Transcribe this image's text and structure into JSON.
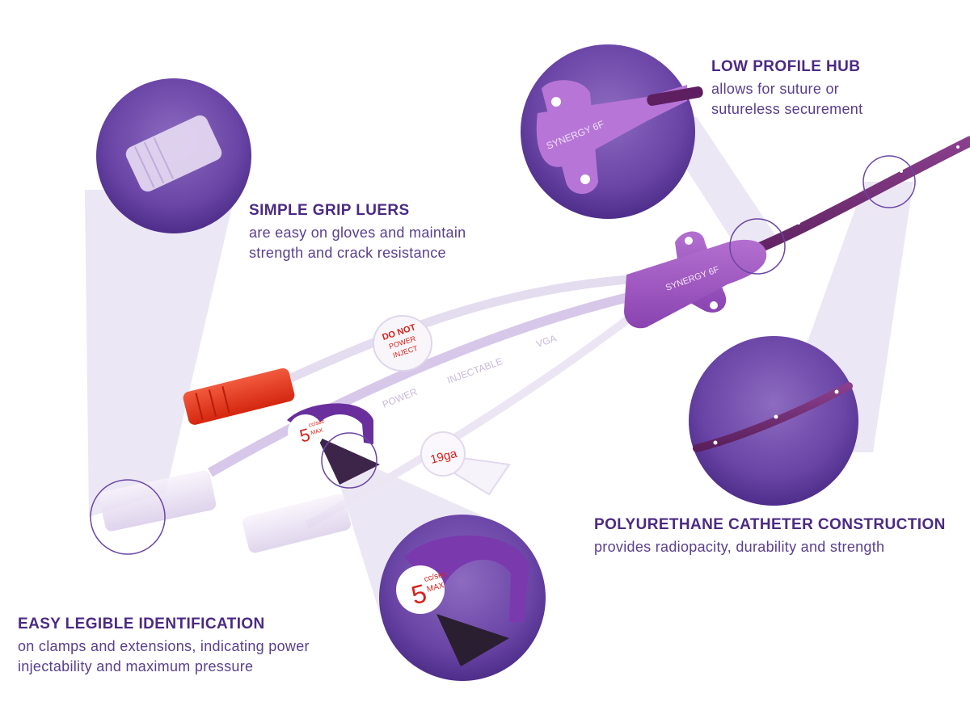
{
  "callouts": {
    "low_profile_hub": {
      "title": "LOW PROFILE HUB",
      "desc_line1": "allows for suture or",
      "desc_line2": "sutureless securement"
    },
    "simple_grip_luers": {
      "title": "SIMPLE GRIP LUERS",
      "desc_line1": "are easy on gloves and maintain",
      "desc_line2": "strength and crack resistance"
    },
    "polyurethane": {
      "title": "POLYURETHANE CATHETER CONSTRUCTION",
      "desc_line1": "provides radiopacity, durability and strength"
    },
    "identification": {
      "title": "EASY LEGIBLE IDENTIFICATION",
      "desc_line1": "on clamps and extensions, indicating power",
      "desc_line2": "injectability and maximum pressure"
    }
  },
  "device_labels": {
    "hub_brand": "SYNERGY 6F",
    "warning_line1": "DO NOT",
    "warning_line2": "POWER",
    "warning_line3": "INJECT",
    "gauge": "19ga",
    "pressure_value": "5",
    "pressure_unit": "cc/sec",
    "pressure_max": "MAX",
    "tube_print_1": "POWER",
    "tube_print_2": "INJECTABLE",
    "tube_print_3": "VGA"
  },
  "colors": {
    "brand_purple": "#6a3fa0",
    "dark_purple": "#4b2a83",
    "catheter": "#6b2a6e",
    "red_luer": "#e8321e",
    "callout_fill": "#e9e4f2"
  }
}
